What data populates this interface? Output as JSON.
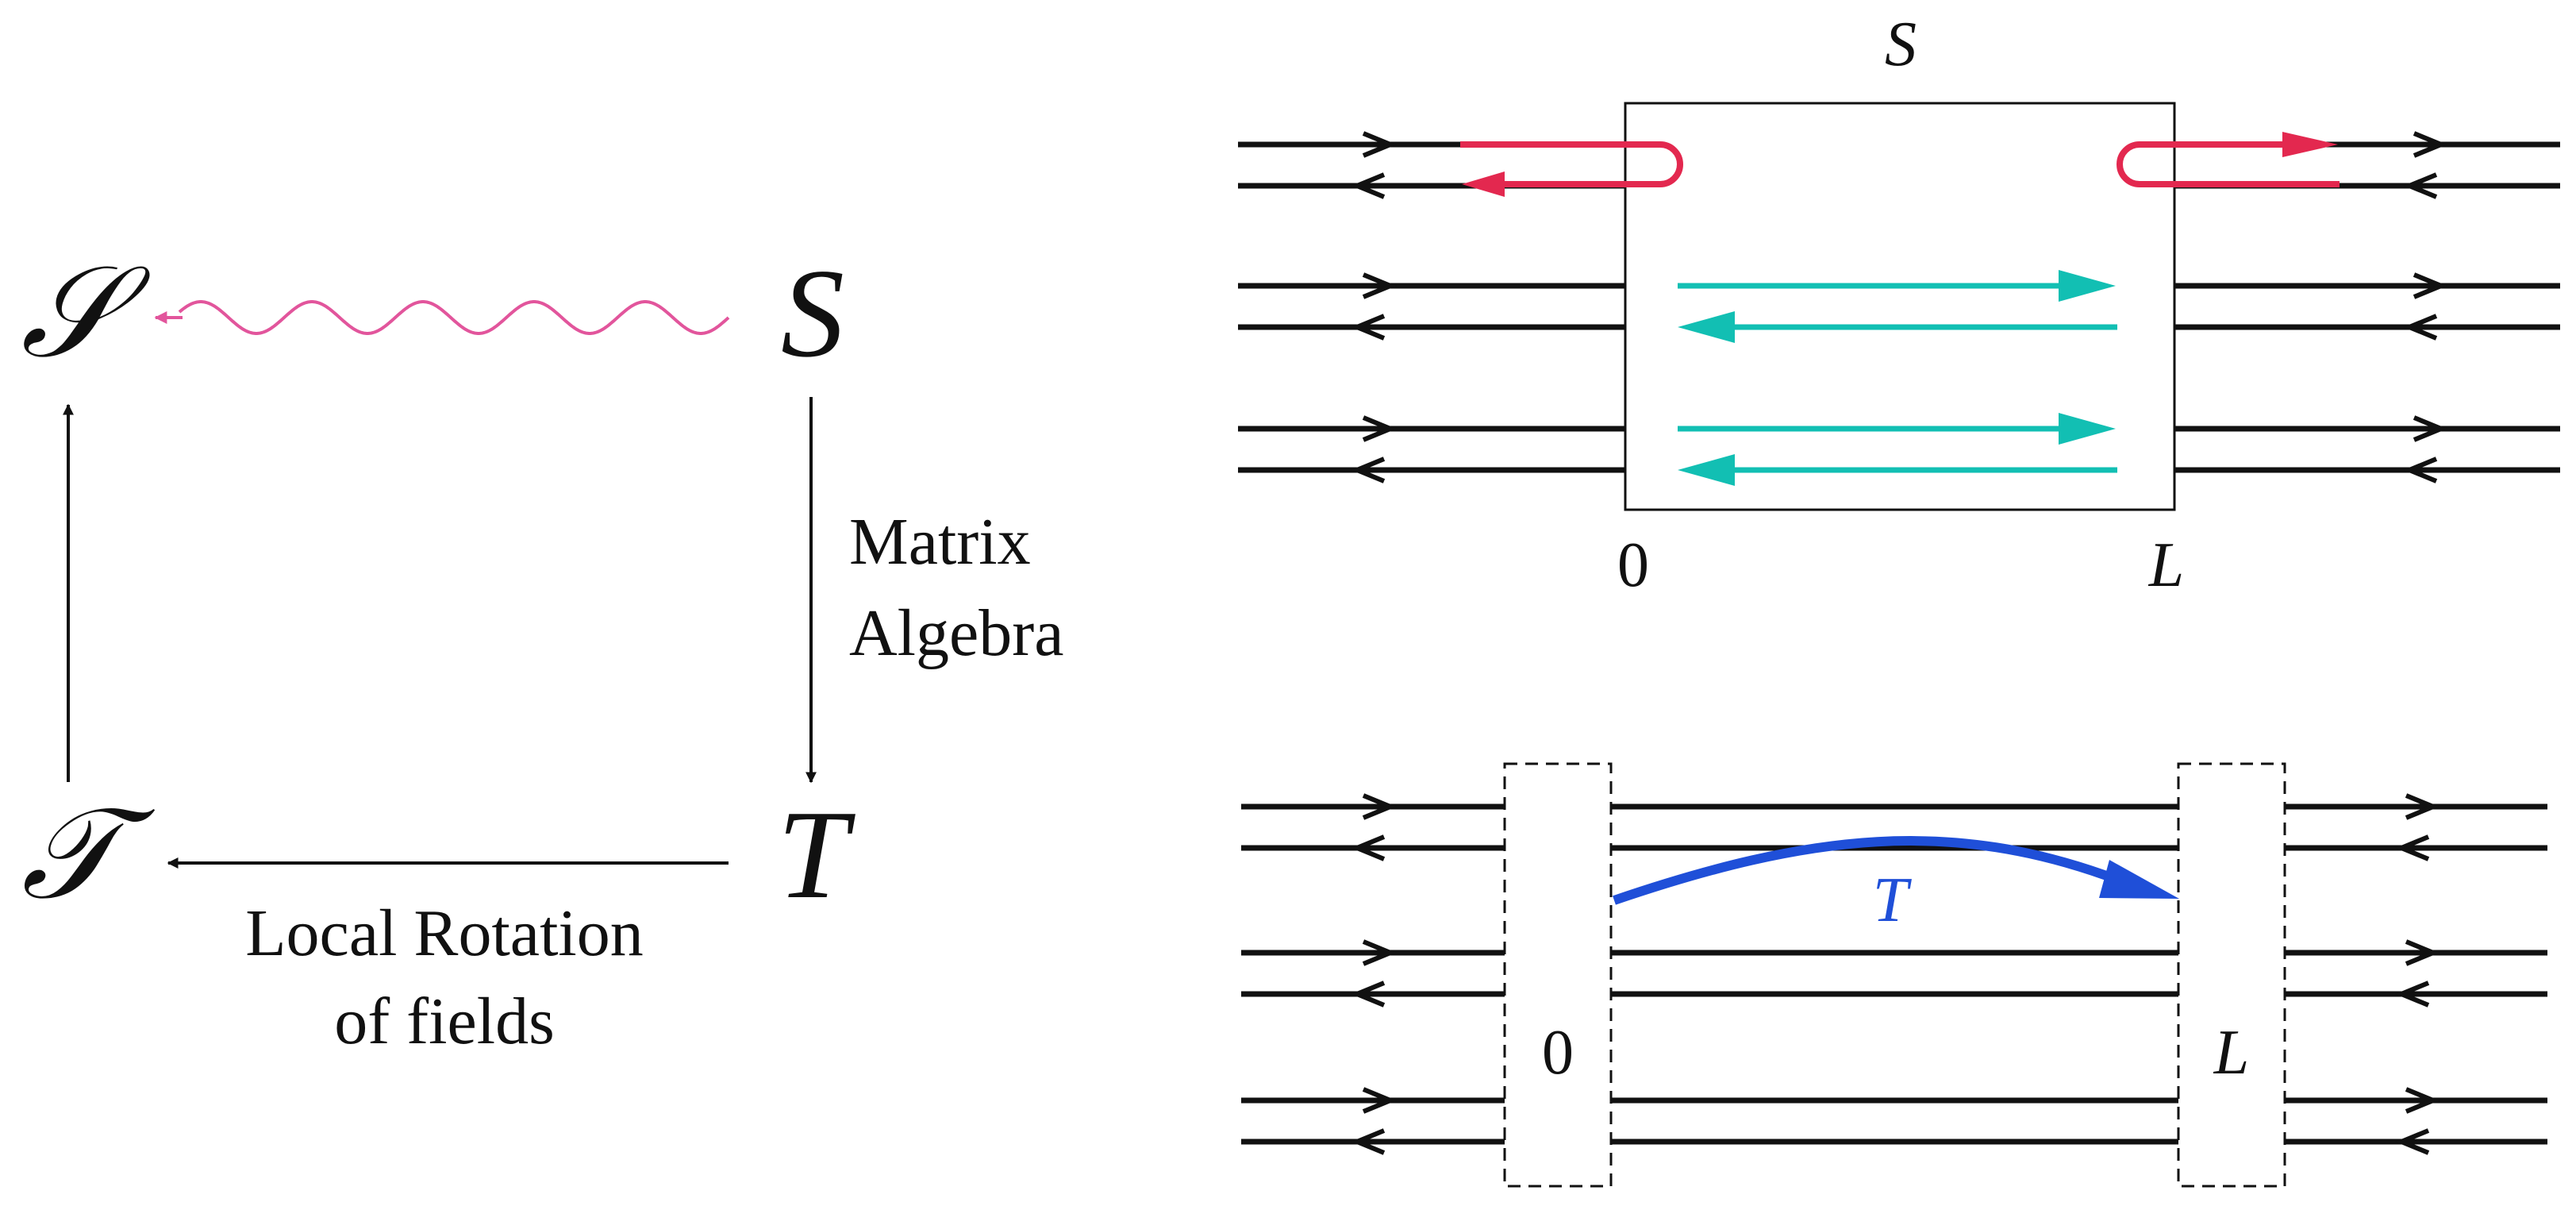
{
  "left_diagram": {
    "script_s": "𝒮",
    "plain_s": "S",
    "script_t": "𝒯",
    "plain_t": "T",
    "right_arrow_label_line1": "Matrix",
    "right_arrow_label_line2": "Algebra",
    "bottom_arrow_label_line1": "Local Rotation",
    "bottom_arrow_label_line2": "of fields"
  },
  "top_right_diagram": {
    "box_label": "S",
    "left_label": "0",
    "right_label": "L"
  },
  "bottom_right_diagram": {
    "left_label": "0",
    "right_label": "L",
    "arrow_label": "T"
  },
  "colors": {
    "line": "#111111",
    "wavy_arrow": "#e2559c",
    "reflection": "#e3284f",
    "transmission_box": "#12bfb3",
    "transfer_arrow": "#1f4fd8"
  }
}
